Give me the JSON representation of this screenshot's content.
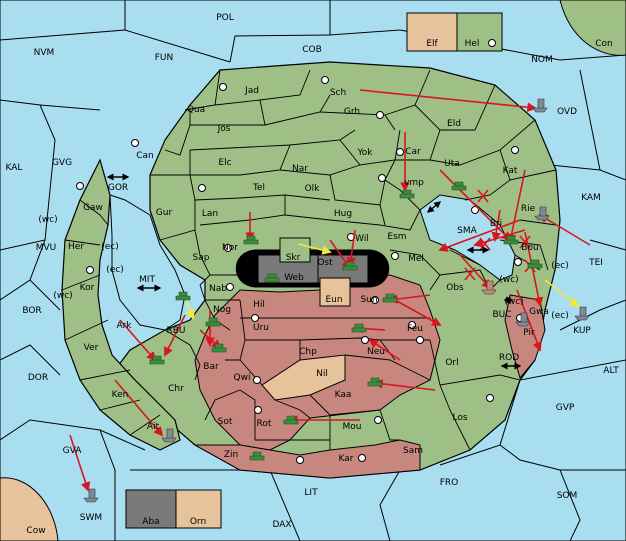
{
  "colors": {
    "sea": "#a9def0",
    "land_green": "#9ebf86",
    "land_red": "#c7877f",
    "land_tan": "#e6c39b",
    "land_grey": "#7a7a7a",
    "border": "#000000",
    "move_arrow": "#d8161f",
    "support_arrow": "#f5e83a",
    "army": "#3d8c3d",
    "fleet": "#7f8a98"
  },
  "legend": {
    "top": {
      "left": "Elf",
      "right": "Hel"
    },
    "bottom": {
      "left": "Aba",
      "right": "Orn"
    }
  },
  "regions": {
    "pol": "POL",
    "cob": "COB",
    "fun": "FUN",
    "nvm": "NVM",
    "nom": "NOM",
    "con": "Con",
    "kal": "KAL",
    "gvg": "GVG",
    "mvu": "MVU",
    "bor": "BOR",
    "dor": "DOR",
    "gva": "GVA",
    "swm": "SWM",
    "cow": "Cow",
    "lit": "LIT",
    "dax": "DAX",
    "fro": "FRO",
    "som": "SOM",
    "gvp": "GVP",
    "alt": "ALT",
    "kam": "KAM",
    "tei": "TEI",
    "ovd": "OVD",
    "kup": "KUP",
    "buc": "BUC",
    "rod": "ROD",
    "gor": "GOR",
    "mit": "MIT",
    "rbu": "RBU",
    "sma": "SMA",
    "jad": "Jad",
    "sch": "Sch",
    "qua": "Qua",
    "jos": "Jos",
    "grh": "Grh",
    "eld": "Eld",
    "can": "Can",
    "elc": "Elc",
    "nar": "Nar",
    "yok": "Yok",
    "car": "Car",
    "uta": "Uta",
    "kat": "Kat",
    "tel": "Tel",
    "olk": "Olk",
    "vmp": "vmp",
    "gaw": "Gaw",
    "gur": "Gur",
    "lan": "Lan",
    "hug": "Hug",
    "rie": "Rie",
    "her": "Her",
    "nor": "Nor",
    "wil": "Wil",
    "esm": "Esm",
    "bri": "Bri",
    "skr": "Skr",
    "ost": "Ost",
    "web": "Web",
    "sap": "Sap",
    "mel": "Mel",
    "bou": "Bou",
    "kor": "Kor",
    "eun": "Eun",
    "obs": "Obs",
    "nab": "Nab",
    "sun": "Sun",
    "hil": "Hil",
    "gwa": "Gwa",
    "nog": "Nog",
    "ark": "Ark",
    "uru": "Uru",
    "feu": "Feu",
    "pir": "Pir",
    "ver": "Ver",
    "chp": "Chp",
    "neu": "Neu",
    "orl": "Orl",
    "bar": "Bar",
    "qwi": "Qwi",
    "nil": "Nil",
    "chr": "Chr",
    "kaa": "Kaa",
    "ken": "Ken",
    "los": "Los",
    "sot": "Sot",
    "rot": "Rot",
    "mou": "Mou",
    "ait": "Ait",
    "zin": "Zin",
    "kar": "Kar",
    "sam": "Sam"
  },
  "coasts": {
    "gor_wc": "(wc)",
    "her_ec": "(ec)",
    "kor_ec": "(ec)",
    "kor_wc": "(wc)",
    "bou_ec": "(ec)",
    "bou_wc": "(wc)",
    "gwa_ec": "(ec)",
    "gwa_wc": "(wc)"
  }
}
